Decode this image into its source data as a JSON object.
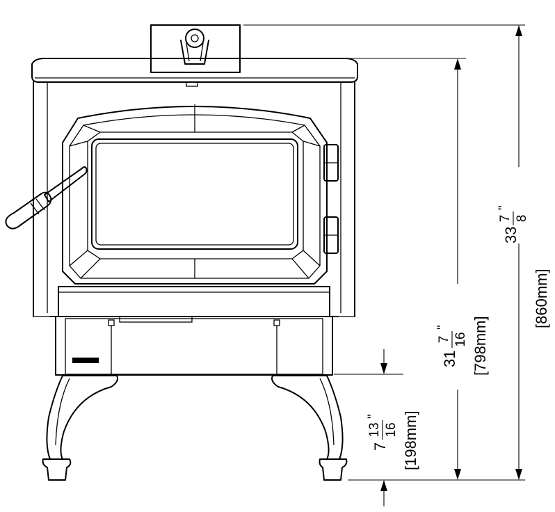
{
  "dimensions": {
    "overall_height": {
      "whole": "33",
      "num": "7",
      "den": "8",
      "inch": "\"",
      "metric": "[860mm]"
    },
    "top_height": {
      "whole": "31",
      "num": "7",
      "den": "16",
      "inch": "\"",
      "metric": "[798mm]"
    },
    "leg_clearance": {
      "whole": "7",
      "num": "13",
      "den": "16",
      "inch": "\"",
      "metric": "[198mm]"
    }
  },
  "colors": {
    "line": "#000000",
    "background": "#ffffff"
  }
}
